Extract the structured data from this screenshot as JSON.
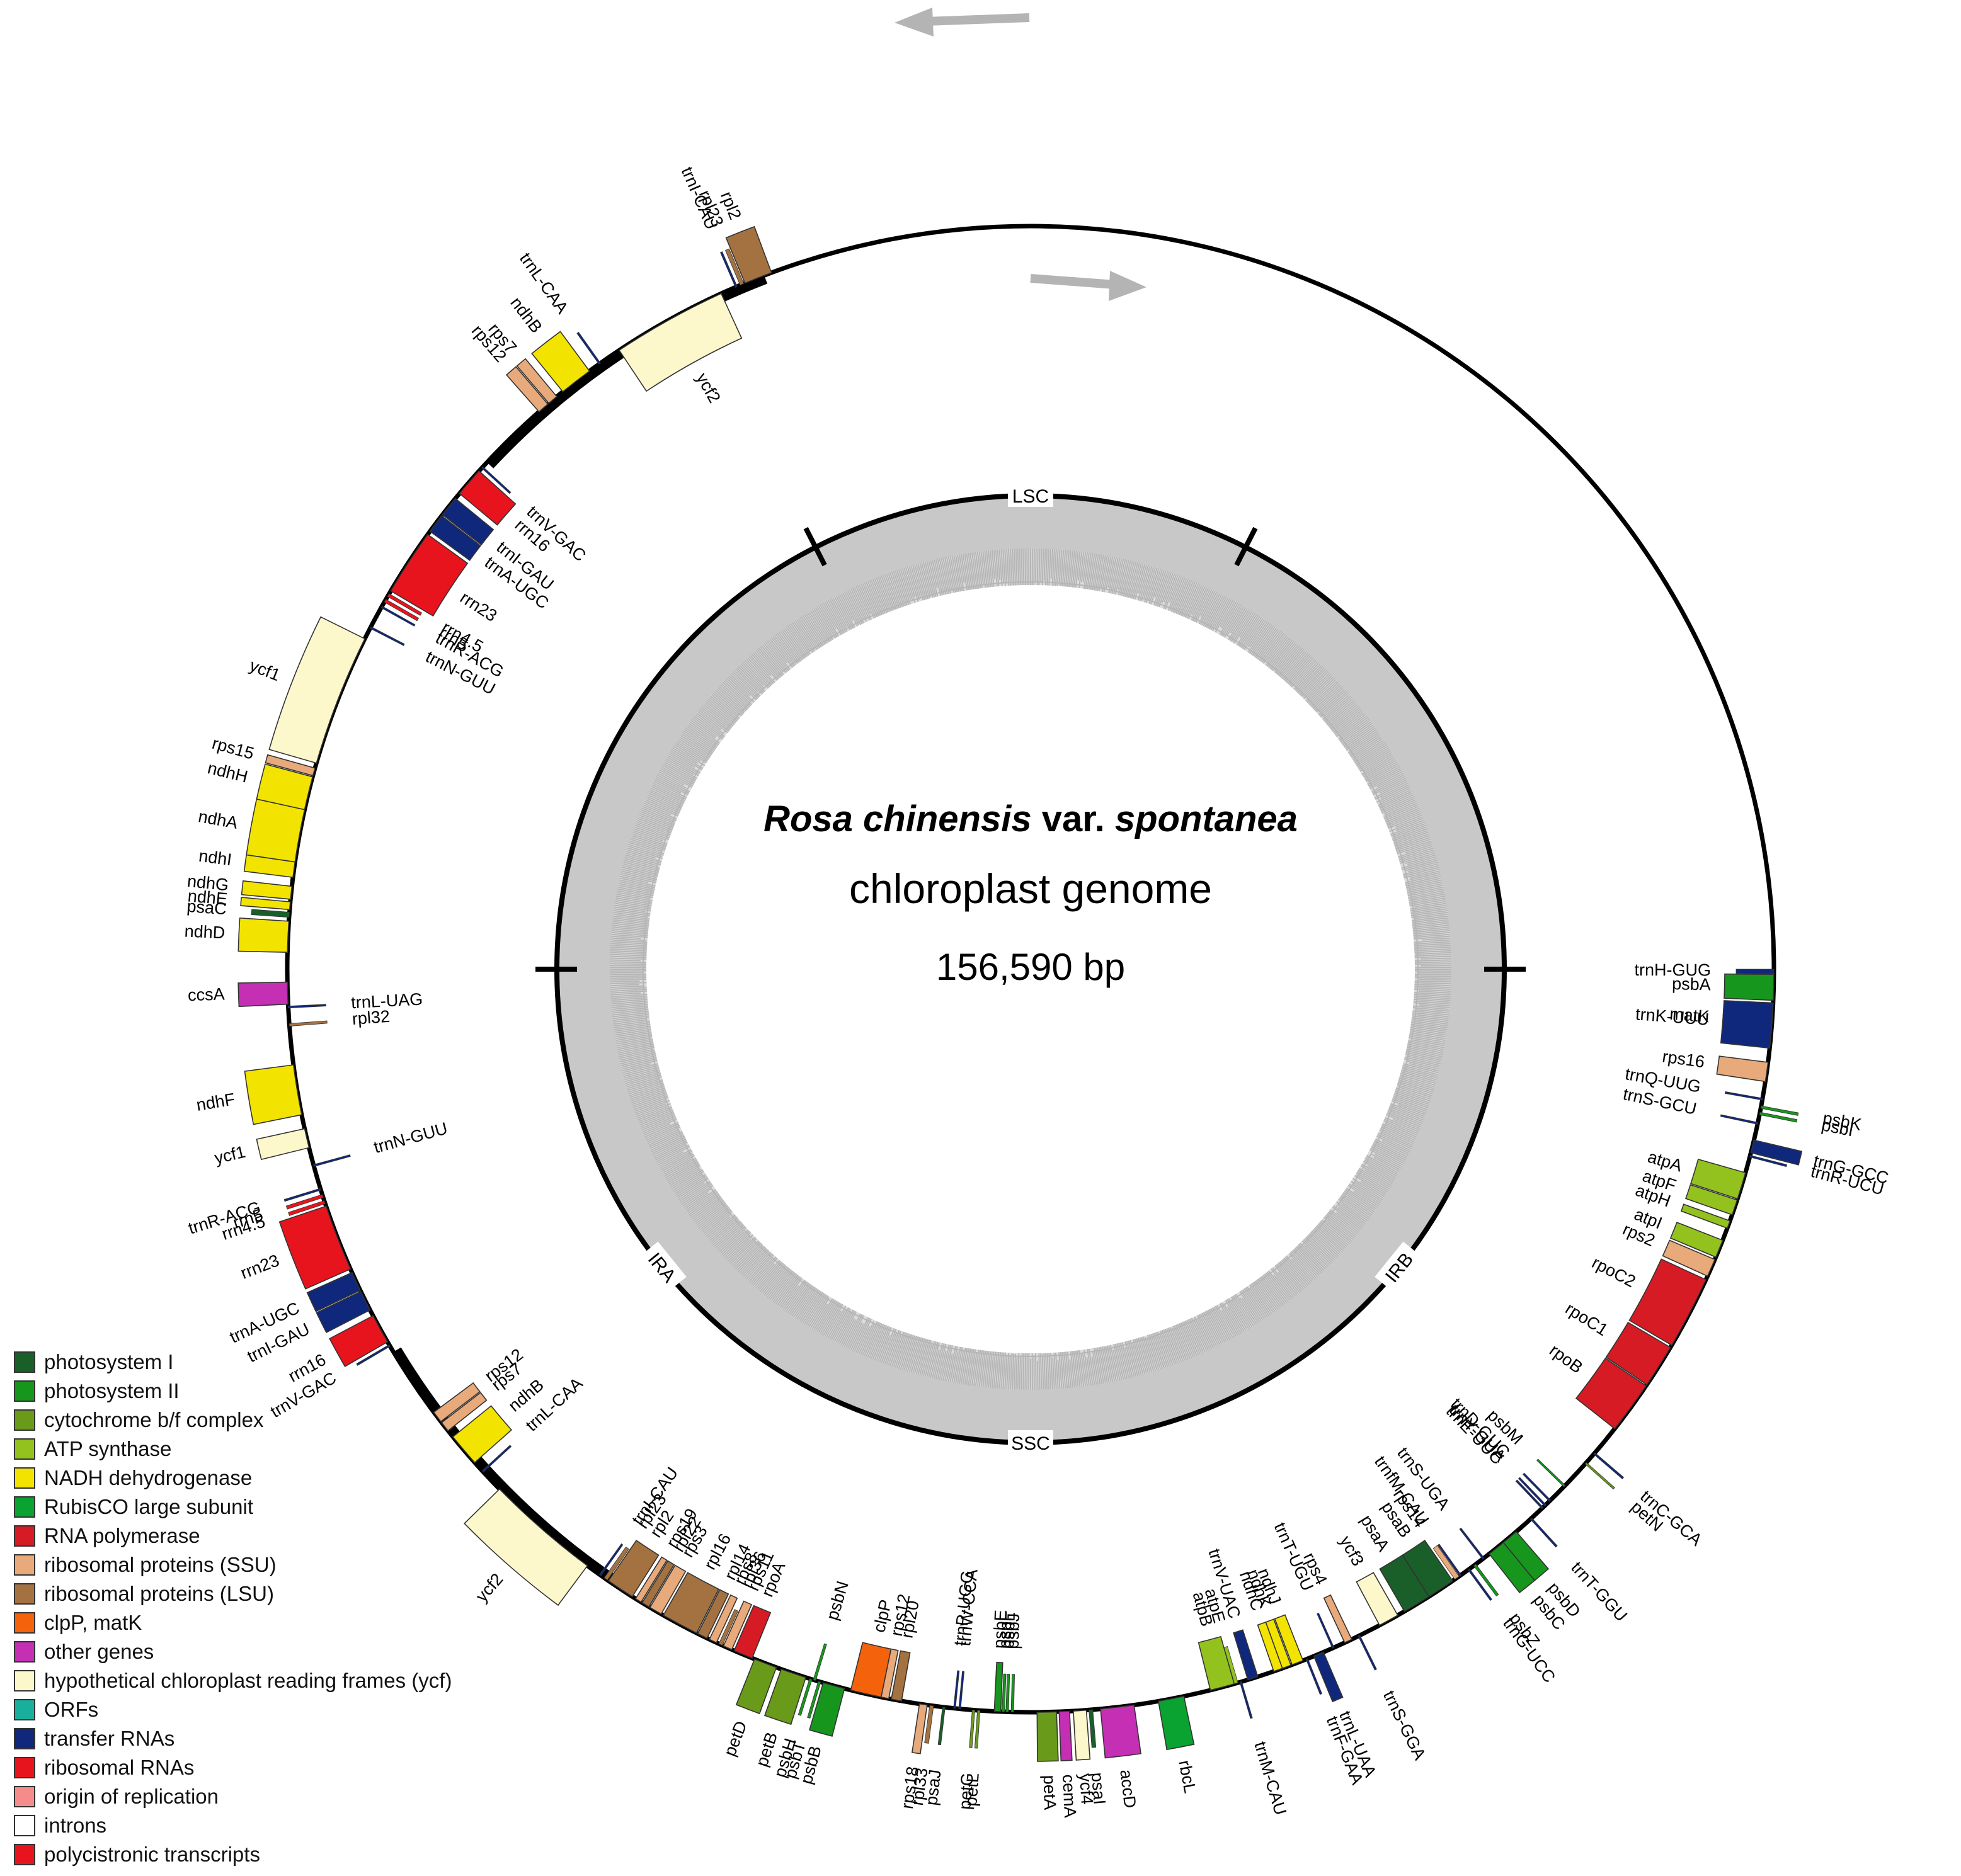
{
  "title": {
    "species_italic": "Rosa chinensis",
    "var_text": " var. ",
    "variety_italic": "spontanea",
    "line2": "chloroplast genome",
    "line3": "156,590 bp"
  },
  "regions": [
    "LSC",
    "IRB",
    "SSC",
    "IRA"
  ],
  "colors": {
    "ps1": "#1a5e2a",
    "ps2": "#17961d",
    "cyt": "#6a9a1a",
    "atp": "#93c21f",
    "ndh": "#f2e400",
    "rbc": "#0aa230",
    "rpo": "#d61b24",
    "ssu": "#e8aa7a",
    "lsu": "#a47240",
    "clp": "#f5620c",
    "oth": "#c42fb4",
    "ycf": "#fcf8cc",
    "orf": "#18b09a",
    "trn": "#10287c",
    "rrn": "#e8141d",
    "ori": "#f48c8c",
    "intron": "#ffffff",
    "poly": "#e8141d"
  },
  "legend": [
    {
      "label": "photosystem I",
      "color": "#1a5e2a"
    },
    {
      "label": "photosystem II",
      "color": "#17961d"
    },
    {
      "label": "cytochrome b/f complex",
      "color": "#6a9a1a"
    },
    {
      "label": "ATP synthase",
      "color": "#93c21f"
    },
    {
      "label": "NADH dehydrogenase",
      "color": "#f2e400"
    },
    {
      "label": "RubisCO large subunit",
      "color": "#0aa230"
    },
    {
      "label": "RNA polymerase",
      "color": "#d61b24"
    },
    {
      "label": "ribosomal proteins (SSU)",
      "color": "#e8aa7a"
    },
    {
      "label": "ribosomal proteins (LSU)",
      "color": "#a47240"
    },
    {
      "label": "clpP, matK",
      "color": "#f5620c"
    },
    {
      "label": "other genes",
      "color": "#c42fb4"
    },
    {
      "label": "hypothetical chloroplast reading frames (ycf)",
      "color": "#fcf8cc"
    },
    {
      "label": "ORFs",
      "color": "#18b09a"
    },
    {
      "label": "transfer RNAs",
      "color": "#10287c"
    },
    {
      "label": "ribosomal RNAs",
      "color": "#e8141d"
    },
    {
      "label": "origin of replication",
      "color": "#f48c8c"
    },
    {
      "label": "introns",
      "color": "#ffffff"
    },
    {
      "label": "polycistronic transcripts",
      "color": "#e8141d"
    }
  ],
  "genes": [
    {
      "n": "trnH-GUG",
      "s": 0.0,
      "e": 0.35,
      "c": "trn",
      "st": -1
    },
    {
      "n": "psbA",
      "s": 0.4,
      "e": 2.4,
      "c": "ps2",
      "st": -1
    },
    {
      "n": "matK",
      "s": 3.0,
      "e": 5.2,
      "c": "clp",
      "st": -1
    },
    {
      "n": "trnK-UUU",
      "s": 2.6,
      "e": 6.1,
      "c": "trn",
      "st": -1
    },
    {
      "n": "rps16",
      "s": 7.2,
      "e": 8.7,
      "c": "ssu",
      "st": -1
    },
    {
      "n": "trnQ-UUG",
      "s": 10.0,
      "e": 10.15,
      "c": "trn",
      "st": -1
    },
    {
      "n": "psbK",
      "s": 10.6,
      "e": 10.8,
      "c": "ps2",
      "st": 1
    },
    {
      "n": "psbI",
      "s": 11.1,
      "e": 11.3,
      "c": "ps2",
      "st": 1
    },
    {
      "n": "trnS-GCU",
      "s": 11.9,
      "e": 12.05,
      "c": "trn",
      "st": -1
    },
    {
      "n": "trnG-GCC",
      "s": 13.3,
      "e": 14.3,
      "c": "trn",
      "st": 1
    },
    {
      "n": "trnR-UCU",
      "s": 14.5,
      "e": 14.65,
      "c": "trn",
      "st": 1
    },
    {
      "n": "atpA",
      "s": 15.9,
      "e": 18.0,
      "c": "atp",
      "st": -1
    },
    {
      "n": "atpF",
      "s": 18.1,
      "e": 19.3,
      "c": "atp",
      "st": -1
    },
    {
      "n": "atpH",
      "s": 19.8,
      "e": 20.4,
      "c": "atp",
      "st": -1
    },
    {
      "n": "atpI",
      "s": 21.4,
      "e": 22.8,
      "c": "atp",
      "st": -1
    },
    {
      "n": "rps2",
      "s": 23.0,
      "e": 24.4,
      "c": "ssu",
      "st": -1
    },
    {
      "n": "rpoC2",
      "s": 24.7,
      "e": 30.4,
      "c": "rpo",
      "st": -1
    },
    {
      "n": "rpoC1",
      "s": 30.6,
      "e": 34.0,
      "c": "rpo",
      "st": -1
    },
    {
      "n": "rpoB",
      "s": 34.1,
      "e": 38.2,
      "c": "rpo",
      "st": -1
    },
    {
      "n": "trnC-GCA",
      "s": 40.6,
      "e": 40.75,
      "c": "trn",
      "st": 1
    },
    {
      "n": "petN",
      "s": 41.6,
      "e": 41.75,
      "c": "cyt",
      "st": 1
    },
    {
      "n": "psbM",
      "s": 44.0,
      "e": 44.15,
      "c": "ps2",
      "st": -1
    },
    {
      "n": "trnD-GUC",
      "s": 45.6,
      "e": 45.75,
      "c": "trn",
      "st": -1
    },
    {
      "n": "trnY-GUA",
      "s": 46.1,
      "e": 46.25,
      "c": "trn",
      "st": -1
    },
    {
      "n": "trnE-UUC",
      "s": 46.4,
      "e": 46.55,
      "c": "trn",
      "st": -1
    },
    {
      "n": "trnT-GGU",
      "s": 47.6,
      "e": 47.75,
      "c": "trn",
      "st": 1
    },
    {
      "n": "psbD",
      "s": 49.2,
      "e": 50.5,
      "c": "ps2",
      "st": 1
    },
    {
      "n": "psbC",
      "s": 50.5,
      "e": 51.9,
      "c": "ps2",
      "st": 1
    },
    {
      "n": "trnS-UGA",
      "s": 52.4,
      "e": 52.55,
      "c": "trn",
      "st": -1
    },
    {
      "n": "psbZ",
      "s": 53.2,
      "e": 53.4,
      "c": "ps2",
      "st": 1
    },
    {
      "n": "trnG-UCC",
      "s": 53.8,
      "e": 53.95,
      "c": "trn",
      "st": 1
    },
    {
      "n": "trnfM-CAU",
      "s": 54.6,
      "e": 54.75,
      "c": "trn",
      "st": -1
    },
    {
      "n": "rps14",
      "s": 54.8,
      "e": 55.2,
      "c": "ssu",
      "st": -1
    },
    {
      "n": "psaB",
      "s": 55.4,
      "e": 57.6,
      "c": "ps1",
      "st": -1
    },
    {
      "n": "psaA",
      "s": 57.6,
      "e": 59.8,
      "c": "ps1",
      "st": -1
    },
    {
      "n": "ycf3",
      "s": 60.4,
      "e": 62.0,
      "c": "ycf",
      "st": -1
    },
    {
      "n": "trnS-GGA",
      "s": 63.7,
      "e": 63.85,
      "c": "trn",
      "st": 1
    },
    {
      "n": "rps4",
      "s": 64.4,
      "e": 65.0,
      "c": "ssu",
      "st": -1
    },
    {
      "n": "trnT-UGU",
      "s": 65.9,
      "e": 66.05,
      "c": "trn",
      "st": -1
    },
    {
      "n": "trnL-UAA",
      "s": 66.8,
      "e": 67.6,
      "c": "trn",
      "st": 1
    },
    {
      "n": "trnF-GAA",
      "s": 68.1,
      "e": 68.25,
      "c": "trn",
      "st": 1
    },
    {
      "n": "ndhJ",
      "s": 68.5,
      "e": 69.4,
      "c": "ndh",
      "st": -1
    },
    {
      "n": "ndhK",
      "s": 69.5,
      "e": 70.2,
      "c": "ndh",
      "st": -1
    },
    {
      "n": "ndhC",
      "s": 70.2,
      "e": 70.9,
      "c": "ndh",
      "st": -1
    },
    {
      "n": "trnV-UAC",
      "s": 72.2,
      "e": 73.0,
      "c": "trn",
      "st": -1
    },
    {
      "n": "trnM-CAU",
      "s": 73.5,
      "e": 73.65,
      "c": "trn",
      "st": 1
    },
    {
      "n": "atpE",
      "s": 73.8,
      "e": 74.1,
      "c": "atp",
      "st": -1
    },
    {
      "n": "atpB",
      "s": 74.1,
      "e": 76.0,
      "c": "atp",
      "st": -1
    },
    {
      "n": "rbcL",
      "s": 78.1,
      "e": 80.1,
      "c": "rbc",
      "st": 1
    },
    {
      "n": "accD",
      "s": 82.0,
      "e": 84.6,
      "c": "oth",
      "st": 1
    },
    {
      "n": "psaI",
      "s": 85.2,
      "e": 85.5,
      "c": "ps1",
      "st": 1
    },
    {
      "n": "ycf4",
      "s": 85.7,
      "e": 86.7,
      "c": "ycf",
      "st": 1
    },
    {
      "n": "cemA",
      "s": 87.0,
      "e": 87.8,
      "c": "oth",
      "st": 1
    },
    {
      "n": "petA",
      "s": 88.0,
      "e": 89.5,
      "c": "cyt",
      "st": 1
    },
    {
      "n": "psbJ",
      "s": 91.3,
      "e": 91.5,
      "c": "ps2",
      "st": -1
    },
    {
      "n": "psbL",
      "s": 91.7,
      "e": 91.9,
      "c": "ps2",
      "st": -1
    },
    {
      "n": "psbF",
      "s": 92.0,
      "e": 92.2,
      "c": "ps2",
      "st": -1
    },
    {
      "n": "psbE",
      "s": 92.3,
      "e": 92.8,
      "c": "ps2",
      "st": -1
    },
    {
      "n": "petL",
      "s": 93.9,
      "e": 94.1,
      "c": "cyt",
      "st": 1
    },
    {
      "n": "petG",
      "s": 94.3,
      "e": 94.5,
      "c": "cyt",
      "st": 1
    },
    {
      "n": "trnW-CCA",
      "s": 95.4,
      "e": 95.55,
      "c": "trn",
      "st": -1
    },
    {
      "n": "trnP-UGG",
      "s": 95.8,
      "e": 95.95,
      "c": "trn",
      "st": -1
    },
    {
      "n": "psaJ",
      "s": 96.6,
      "e": 96.8,
      "c": "ps1",
      "st": 1
    },
    {
      "n": "rpl33",
      "s": 97.5,
      "e": 97.8,
      "c": "lsu",
      "st": 1
    },
    {
      "n": "rps18",
      "s": 98.0,
      "e": 98.6,
      "c": "ssu",
      "st": 1
    },
    {
      "n": "rpl20",
      "s": 100.0,
      "e": 100.8,
      "c": "lsu",
      "st": -1
    },
    {
      "n": "rps12",
      "s": 101.0,
      "e": 101.6,
      "c": "ssu",
      "st": -1
    },
    {
      "n": "clpP",
      "s": 101.6,
      "e": 104.0,
      "c": "clp",
      "st": -1
    },
    {
      "n": "psbB",
      "s": 104.5,
      "e": 106.2,
      "c": "ps2",
      "st": 1
    },
    {
      "n": "psbT",
      "s": 106.4,
      "e": 106.6,
      "c": "ps2",
      "st": 1
    },
    {
      "n": "psbN",
      "s": 106.8,
      "e": 107.0,
      "c": "ps2",
      "st": -1
    },
    {
      "n": "psbH",
      "s": 107.1,
      "e": 107.3,
      "c": "ps2",
      "st": 1
    },
    {
      "n": "petB",
      "s": 107.6,
      "e": 109.6,
      "c": "cyt",
      "st": 1
    },
    {
      "n": "petD",
      "s": 110.0,
      "e": 111.8,
      "c": "cyt",
      "st": 1
    },
    {
      "n": "rpoA",
      "s": 112.0,
      "e": 113.5,
      "c": "rpo",
      "st": -1
    },
    {
      "n": "rps11",
      "s": 113.7,
      "e": 114.4,
      "c": "ssu",
      "st": -1
    },
    {
      "n": "rpl36",
      "s": 114.5,
      "e": 114.8,
      "c": "lsu",
      "st": -1
    },
    {
      "n": "rps8",
      "s": 115.0,
      "e": 115.6,
      "c": "ssu",
      "st": -1
    },
    {
      "n": "rpl14",
      "s": 115.8,
      "e": 116.6,
      "c": "lsu",
      "st": -1
    },
    {
      "n": "rpl16",
      "s": 116.7,
      "e": 119.6,
      "c": "lsu",
      "st": -1
    },
    {
      "n": "rps3",
      "s": 119.8,
      "e": 120.8,
      "c": "ssu",
      "st": -1
    },
    {
      "n": "rpl22",
      "s": 120.9,
      "e": 121.5,
      "c": "lsu",
      "st": -1
    },
    {
      "n": "rps19",
      "s": 121.6,
      "e": 122.1,
      "c": "ssu",
      "st": -1
    },
    {
      "n": "rpl2",
      "s": 122.4,
      "e": 124.6,
      "c": "lsu",
      "st": -1
    },
    {
      "n": "rpl23",
      "s": 124.7,
      "e": 125.0,
      "c": "lsu",
      "st": -1
    },
    {
      "n": "trnI-CAU",
      "s": 125.3,
      "e": 125.45,
      "c": "trn",
      "st": -1
    },
    {
      "n": "ycf2",
      "s": 126.6,
      "e": 135.6,
      "c": "ycf",
      "st": 1
    },
    {
      "n": "trnL-CAA",
      "s": 137.4,
      "e": 137.55,
      "c": "trn",
      "st": -1
    },
    {
      "n": "ndhB",
      "s": 138.4,
      "e": 141.0,
      "c": "ndh",
      "st": -1
    },
    {
      "n": "rps7",
      "s": 141.6,
      "e": 142.4,
      "c": "ssu",
      "st": -1
    },
    {
      "n": "rps12",
      "s": 142.5,
      "e": 143.4,
      "c": "ssu",
      "st": -1
    },
    {
      "n": "trnV-GAC",
      "s": 149.5,
      "e": 149.65,
      "c": "trn",
      "st": 1
    },
    {
      "n": "rrn16",
      "s": 149.9,
      "e": 152.2,
      "c": "rrn",
      "st": 1
    },
    {
      "n": "trnI-GAU",
      "s": 152.7,
      "e": 154.3,
      "c": "trn",
      "st": 1
    },
    {
      "n": "trnA-UGC",
      "s": 154.4,
      "e": 155.9,
      "c": "trn",
      "st": 1
    },
    {
      "n": "rrn23",
      "s": 156.2,
      "e": 161.4,
      "c": "rrn",
      "st": 1
    },
    {
      "n": "rrn4.5",
      "s": 161.6,
      "e": 161.85,
      "c": "rrn",
      "st": 1
    },
    {
      "n": "rrn5",
      "s": 162.1,
      "e": 162.35,
      "c": "rrn",
      "st": 1
    },
    {
      "n": "trnR-ACG",
      "s": 162.7,
      "e": 162.85,
      "c": "trn",
      "st": 1
    },
    {
      "n": "trnN-GUU",
      "s": 164.6,
      "e": 164.75,
      "c": "trn",
      "st": -1
    },
    {
      "n": "ycf1",
      "s": 166.1,
      "e": 167.6,
      "c": "ycf",
      "st": 1
    },
    {
      "n": "ndhF",
      "s": 168.7,
      "e": 172.6,
      "c": "ndh",
      "st": 1
    },
    {
      "n": "rpl32",
      "s": 175.6,
      "e": 175.8,
      "c": "lsu",
      "st": -1
    },
    {
      "n": "trnL-UAG",
      "s": 177.0,
      "e": 177.15,
      "c": "trn",
      "st": -1
    },
    {
      "n": "ccsA",
      "s": 177.3,
      "e": 179.0,
      "c": "oth",
      "st": 1
    },
    {
      "n": "ndhD",
      "s": 181.3,
      "e": 183.7,
      "c": "ndh",
      "st": 1
    },
    {
      "n": "psaC",
      "s": 184.0,
      "e": 184.4,
      "c": "ps1",
      "st": 1
    },
    {
      "n": "ndhE",
      "s": 184.6,
      "e": 185.2,
      "c": "ndh",
      "st": 1
    },
    {
      "n": "ndhG",
      "s": 185.4,
      "e": 186.4,
      "c": "ndh",
      "st": 1
    },
    {
      "n": "ndhI",
      "s": 187.1,
      "e": 188.3,
      "c": "ndh",
      "st": 1
    },
    {
      "n": "ndhA",
      "s": 188.3,
      "e": 192.4,
      "c": "ndh",
      "st": 1
    },
    {
      "n": "ndhH",
      "s": 192.4,
      "e": 195.0,
      "c": "ndh",
      "st": 1
    },
    {
      "n": "rps15",
      "s": 195.1,
      "e": 195.7,
      "c": "ssu",
      "st": 1
    },
    {
      "n": "ycf1",
      "s": 196.1,
      "e": 206.4,
      "c": "ycf",
      "st": 1
    },
    {
      "n": "trnN-GUU",
      "s": 207.3,
      "e": 207.45,
      "c": "trn",
      "st": -1
    },
    {
      "n": "trnR-ACG",
      "s": 209.1,
      "e": 209.25,
      "c": "trn",
      "st": -1
    },
    {
      "n": "rrn5",
      "s": 209.6,
      "e": 209.85,
      "c": "rrn",
      "st": -1
    },
    {
      "n": "rrn4.5",
      "s": 210.1,
      "e": 210.35,
      "c": "rrn",
      "st": -1
    },
    {
      "n": "rrn23",
      "s": 210.6,
      "e": 215.8,
      "c": "rrn",
      "st": -1
    },
    {
      "n": "trnA-UGC",
      "s": 216.1,
      "e": 217.6,
      "c": "trn",
      "st": -1
    },
    {
      "n": "trnI-GAU",
      "s": 217.7,
      "e": 219.3,
      "c": "trn",
      "st": -1
    },
    {
      "n": "rrn16",
      "s": 219.8,
      "e": 222.1,
      "c": "rrn",
      "st": -1
    },
    {
      "n": "trnV-GAC",
      "s": 222.4,
      "e": 222.55,
      "c": "trn",
      "st": -1
    },
    {
      "n": "rps12",
      "s": 228.6,
      "e": 229.5,
      "c": "ssu",
      "st": 1
    },
    {
      "n": "rps7",
      "s": 229.6,
      "e": 230.4,
      "c": "ssu",
      "st": 1
    },
    {
      "n": "ndhB",
      "s": 231.0,
      "e": 233.6,
      "c": "ndh",
      "st": 1
    },
    {
      "n": "trnL-CAA",
      "s": 234.5,
      "e": 234.65,
      "c": "trn",
      "st": 1
    },
    {
      "n": "ycf2",
      "s": 236.4,
      "e": 245.4,
      "c": "ycf",
      "st": -1
    },
    {
      "n": "trnI-CAU",
      "s": 246.6,
      "e": 246.75,
      "c": "trn",
      "st": 1
    },
    {
      "n": "rpl23",
      "s": 247.0,
      "e": 247.3,
      "c": "lsu",
      "st": 1
    },
    {
      "n": "rpl2",
      "s": 247.4,
      "e": 249.6,
      "c": "lsu",
      "st": 1
    }
  ]
}
